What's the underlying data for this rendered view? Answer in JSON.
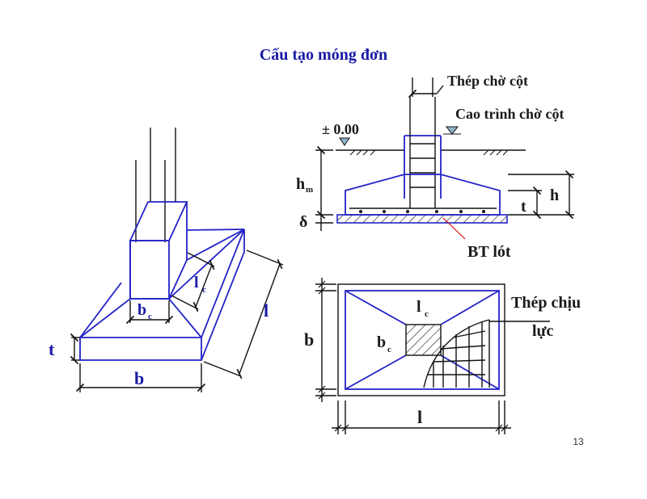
{
  "title": "Cấu tạo móng đơn",
  "page_number": "13",
  "isometric": {
    "label_lc": "l",
    "label_lc_sub": "c",
    "label_bc": "b",
    "label_bc_sub": "c",
    "label_t": "t",
    "label_b": "b",
    "label_l": "l"
  },
  "section": {
    "label_column_rebar": "Thép chờ cột",
    "label_column_level": "Cao trình chờ cột",
    "label_elevation": "± 0.00",
    "label_hm": "h",
    "label_hm_sub": "m",
    "label_delta": "δ",
    "label_h": "h",
    "label_t": "t",
    "label_lean_concrete": "BT lót"
  },
  "plan": {
    "label_lc": "l",
    "label_lc_sub": "c",
    "label_bc": "b",
    "label_bc_sub": "c",
    "label_b": "b",
    "label_l": "l",
    "label_rebar_line1": "Thép chịu",
    "label_rebar_line2": "lực"
  },
  "colors": {
    "outline": "#2323c8",
    "text": "#1a1aa6",
    "dimension": "#111111"
  }
}
